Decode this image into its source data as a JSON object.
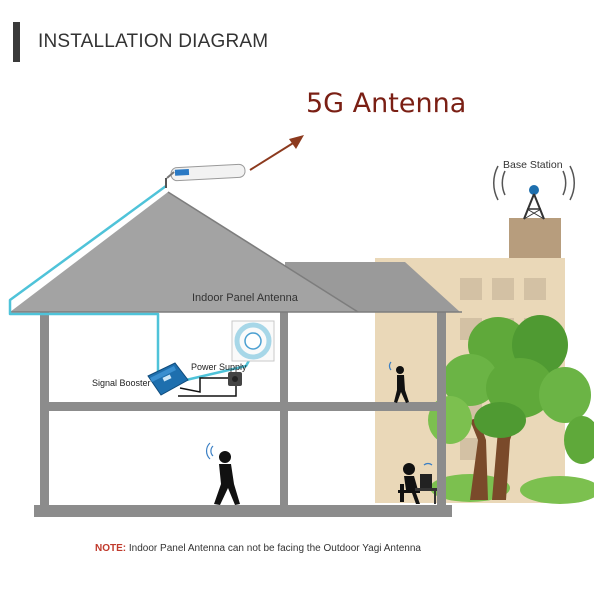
{
  "header": {
    "title": "INSTALLATION DIAGRAM"
  },
  "labels": {
    "antenna_5g": "5G Antenna",
    "base_station": "Base Station",
    "indoor_panel": "Indoor Panel Antenna",
    "power_supply": "Power Supply",
    "signal_booster": "Signal Booster"
  },
  "note": {
    "key": "NOTE:",
    "text": "Indoor Panel Antenna can not be facing the Outdoor Yagi Antenna"
  },
  "colors": {
    "accent_red": "#7a1f14",
    "note_red": "#c0392b",
    "roof": "#9a9a9a",
    "cable": "#4fc3d9",
    "booster": "#1e6fae",
    "building": "#e8d5b5",
    "tree": "#5fa93a"
  },
  "icons": [
    "antenna-icon",
    "base-station-tower-icon",
    "panel-antenna-icon",
    "power-adapter-icon",
    "signal-booster-icon",
    "person-phone-icon"
  ]
}
